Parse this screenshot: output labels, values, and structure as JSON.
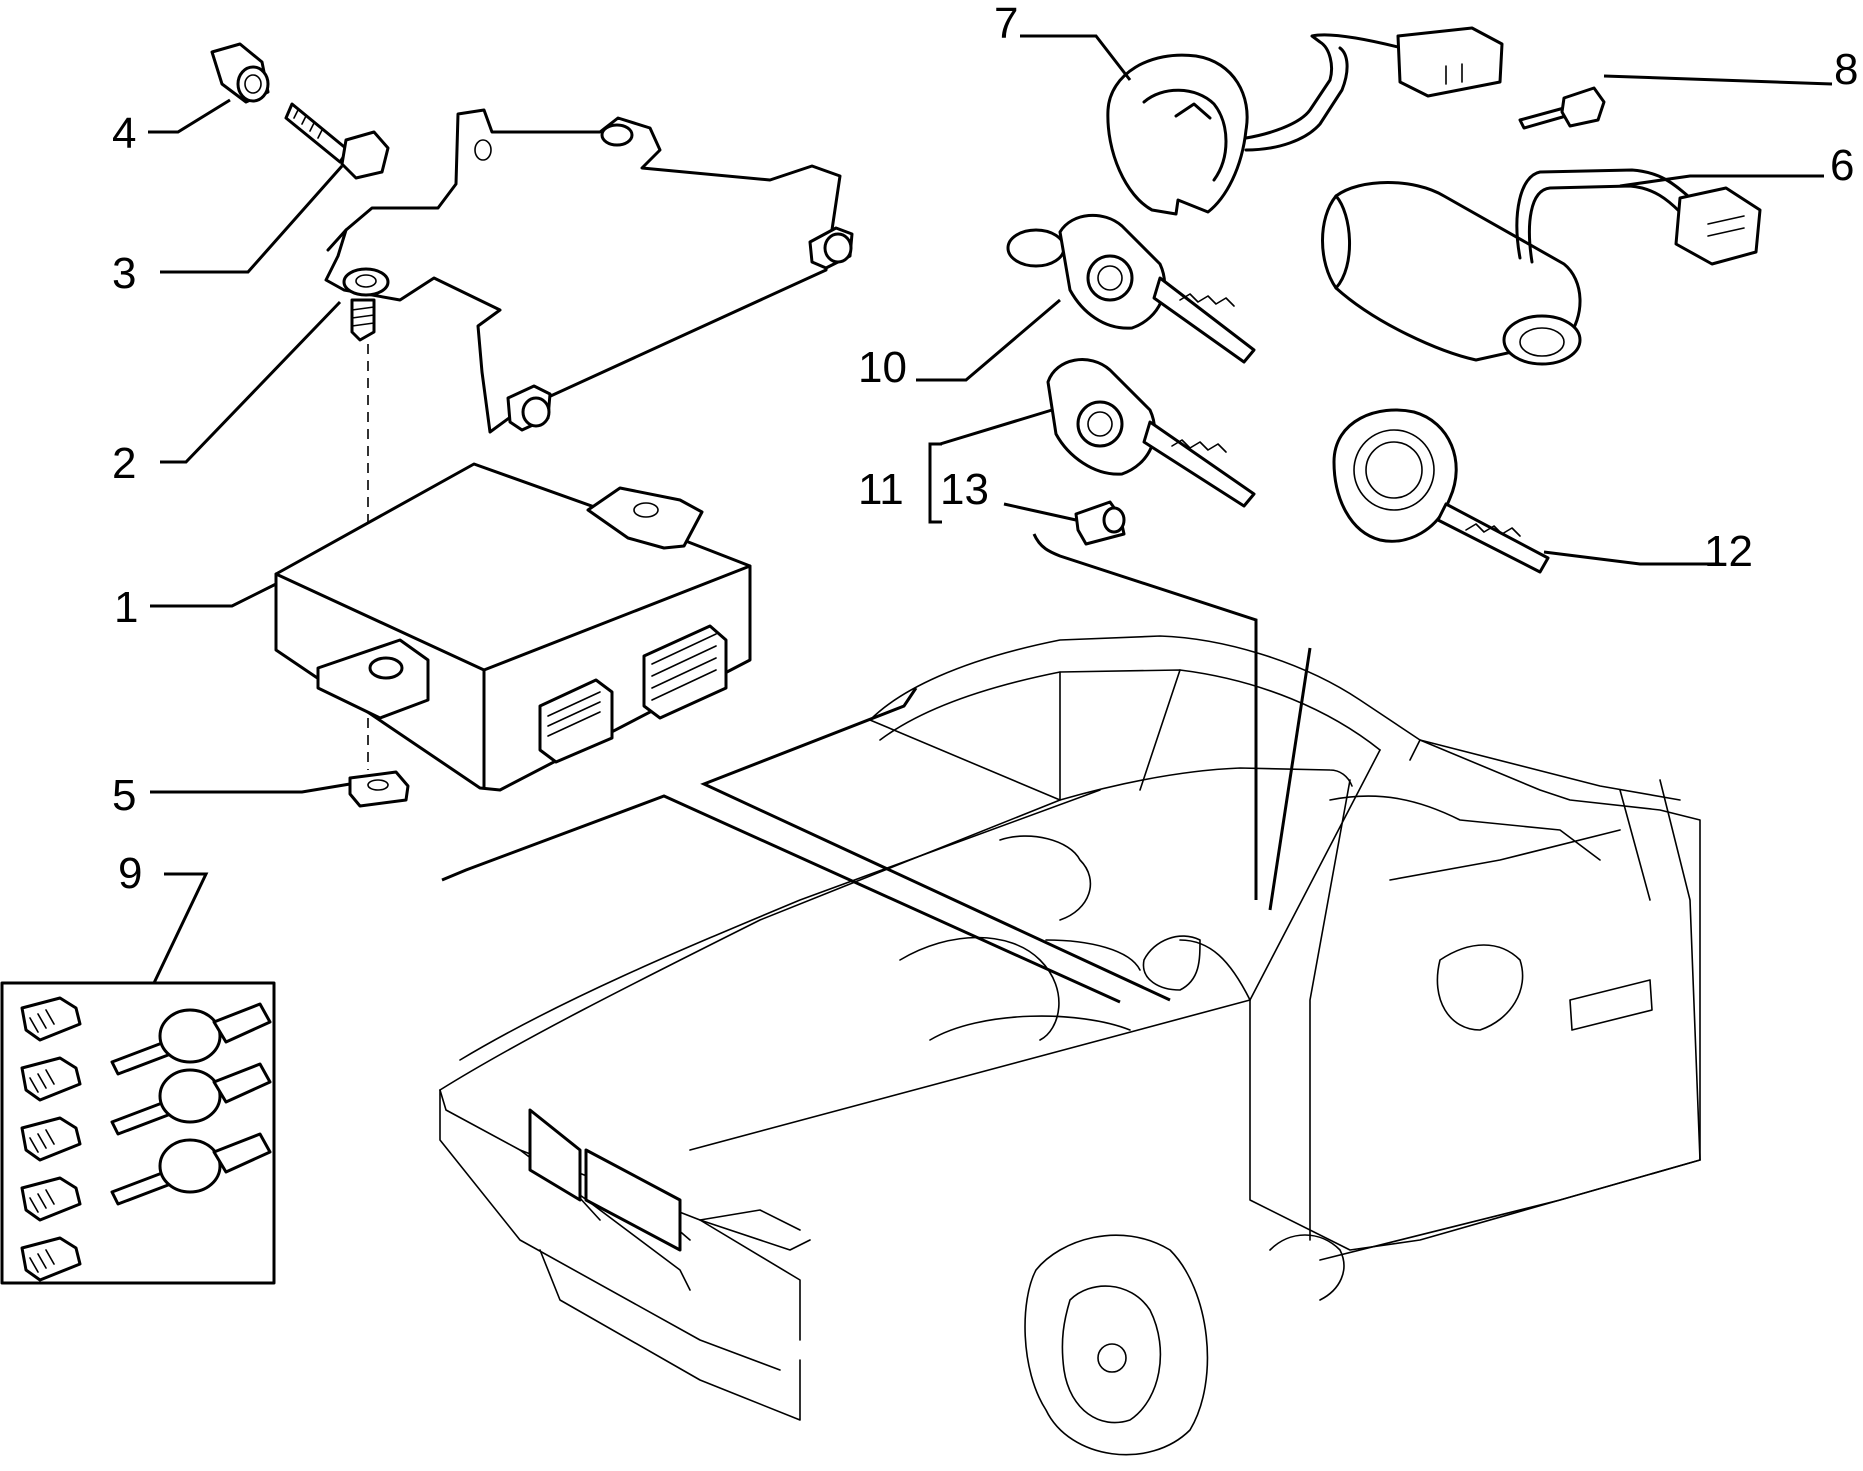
{
  "callouts": [
    {
      "id": "1",
      "label": "1"
    },
    {
      "id": "2",
      "label": "2"
    },
    {
      "id": "3",
      "label": "3"
    },
    {
      "id": "4",
      "label": "4"
    },
    {
      "id": "5",
      "label": "5"
    },
    {
      "id": "6",
      "label": "6"
    },
    {
      "id": "7",
      "label": "7"
    },
    {
      "id": "8",
      "label": "8"
    },
    {
      "id": "9",
      "label": "9"
    },
    {
      "id": "10",
      "label": "10"
    },
    {
      "id": "11",
      "label": "11"
    },
    {
      "id": "12",
      "label": "12"
    },
    {
      "id": "13",
      "label": "13"
    }
  ],
  "parts": [
    {
      "ref": "1",
      "icon": "control-unit-icon"
    },
    {
      "ref": "2",
      "icon": "stud-bolt-icon"
    },
    {
      "ref": "3",
      "icon": "bolt-icon"
    },
    {
      "ref": "4",
      "icon": "plug-icon"
    },
    {
      "ref": "5",
      "icon": "nut-icon"
    },
    {
      "ref": "6",
      "icon": "ignition-switch-icon"
    },
    {
      "ref": "7",
      "icon": "antenna-ring-icon"
    },
    {
      "ref": "8",
      "icon": "screw-icon"
    },
    {
      "ref": "9",
      "icon": "lock-cylinder-key-set-icon"
    },
    {
      "ref": "10",
      "icon": "key-icon"
    },
    {
      "ref": "11",
      "icon": "key-icon"
    },
    {
      "ref": "12",
      "icon": "master-key-icon"
    },
    {
      "ref": "13",
      "icon": "transponder-icon"
    }
  ]
}
